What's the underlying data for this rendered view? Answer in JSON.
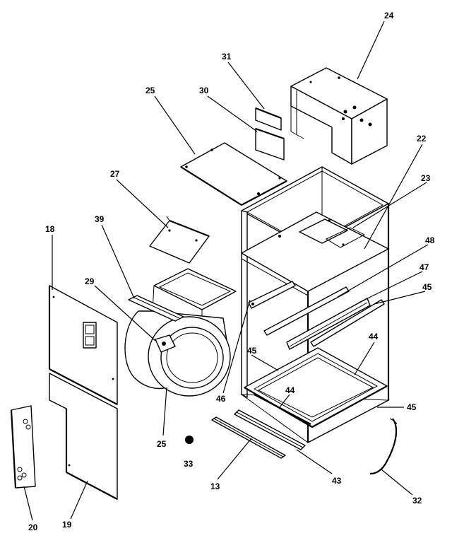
{
  "diagram": {
    "callouts": {
      "c13": "13",
      "c18": "18",
      "c19": "19",
      "c20": "20",
      "c22": "22",
      "c23": "23",
      "c24": "24",
      "c25a": "25",
      "c25b": "25",
      "c27": "27",
      "c29": "29",
      "c30": "30",
      "c31": "31",
      "c32": "32",
      "c33": "33",
      "c39": "39",
      "c43": "43",
      "c44a": "44",
      "c44b": "44",
      "c45a": "45",
      "c45b": "45",
      "c45c": "45",
      "c46": "46",
      "c47": "47",
      "c48": "48"
    }
  }
}
